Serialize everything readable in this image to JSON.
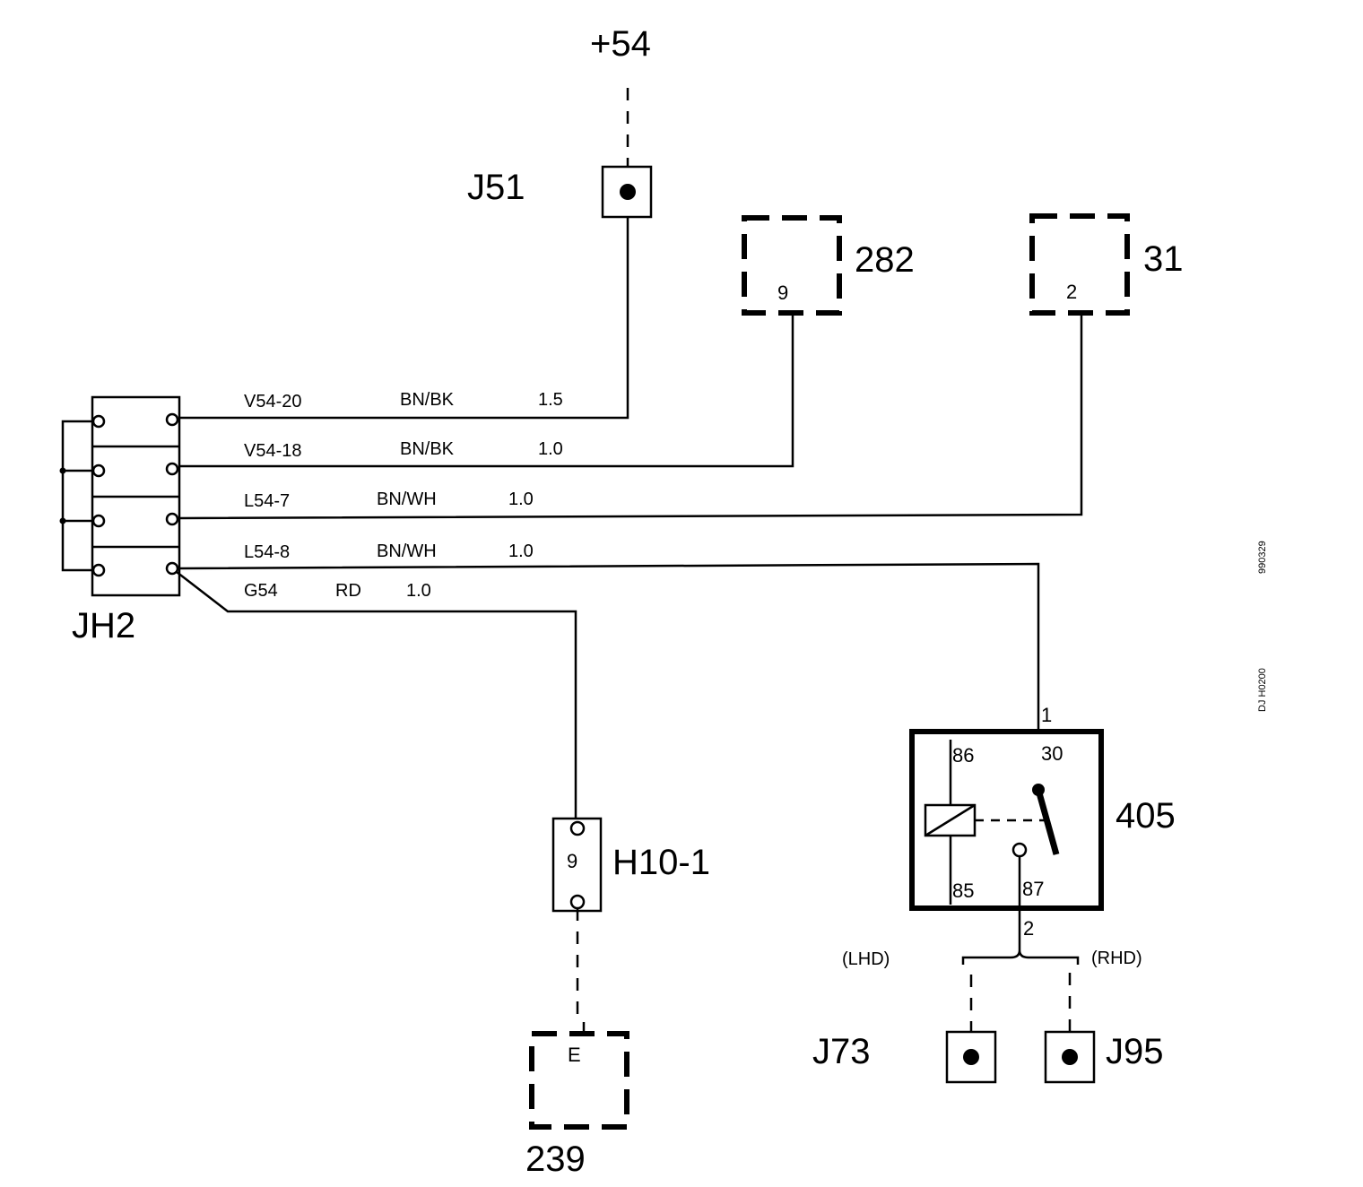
{
  "supply": {
    "label": "+54"
  },
  "j51": {
    "label": "J51"
  },
  "comp282": {
    "label": "282",
    "pin": "9"
  },
  "comp31": {
    "label": "31",
    "pin": "2"
  },
  "jh2": {
    "label": "JH2"
  },
  "wires": [
    {
      "id": "V54-20",
      "color": "BN/BK",
      "size": "1.5"
    },
    {
      "id": "V54-18",
      "color": "BN/BK",
      "size": "1.0"
    },
    {
      "id": "L54-7",
      "color": "BN/WH",
      "size": "1.0"
    },
    {
      "id": "L54-8",
      "color": "BN/WH",
      "size": "1.0"
    },
    {
      "id": "G54",
      "color": "RD",
      "size": "1.0"
    }
  ],
  "h10": {
    "label": "H10-1",
    "pin": "9"
  },
  "comp239": {
    "label": "239",
    "pin": "E"
  },
  "relay": {
    "label": "405",
    "pin_in": "1",
    "pin_out": "2",
    "terminals": {
      "t86": "86",
      "t30": "30",
      "t85": "85",
      "t87": "87"
    }
  },
  "lhd": "(LHD)",
  "rhd": "(RHD)",
  "j73": {
    "label": "J73"
  },
  "j95": {
    "label": "J95"
  },
  "side_codes": {
    "date_code": "990329",
    "drawing_code": "DJ H0200"
  }
}
